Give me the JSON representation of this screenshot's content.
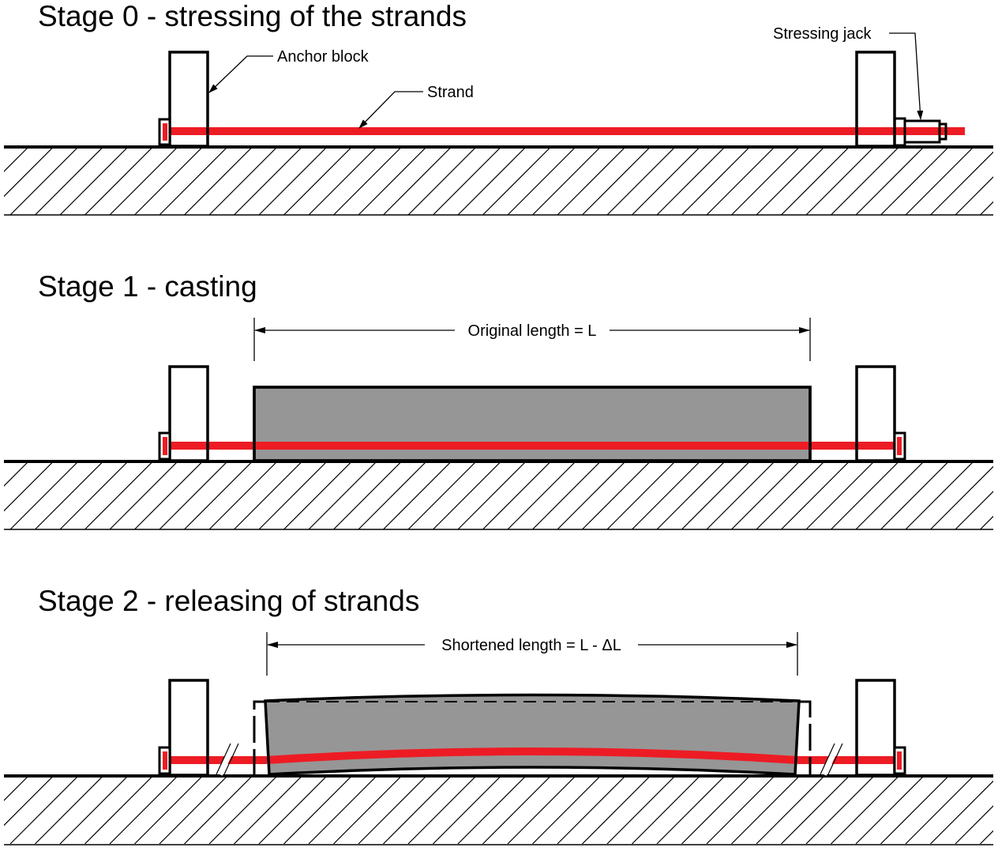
{
  "colors": {
    "strand": "#ed1c24",
    "concrete": "#969696",
    "outline": "#000000",
    "background": "#ffffff"
  },
  "stages": [
    {
      "title": "Stage 0 - stressing of the strands",
      "labels": {
        "anchor_block": "Anchor block",
        "strand": "Strand",
        "stressing_jack": "Stressing jack"
      }
    },
    {
      "title": "Stage 1 - casting",
      "dimension_label": "Original length = L"
    },
    {
      "title": "Stage 2 - releasing of strands",
      "dimension_label": "Shortened length = L - ΔL"
    }
  ]
}
